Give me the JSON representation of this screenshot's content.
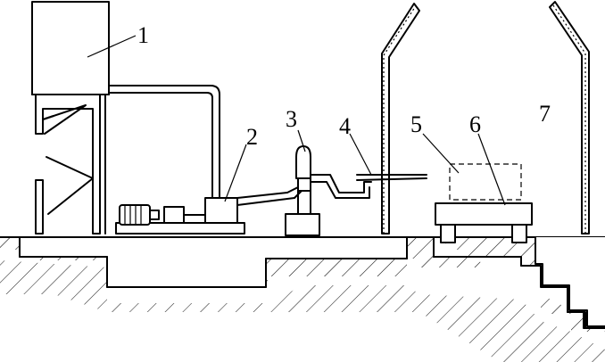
{
  "labels": [
    {
      "id": "1",
      "text": "1"
    },
    {
      "id": "2",
      "text": "2"
    },
    {
      "id": "3",
      "text": "3"
    },
    {
      "id": "4",
      "text": "4"
    },
    {
      "id": "5",
      "text": "5"
    },
    {
      "id": "6",
      "text": "6"
    },
    {
      "id": "7",
      "text": "7"
    }
  ],
  "colors": {
    "line": "#000000",
    "background": "#ffffff"
  }
}
